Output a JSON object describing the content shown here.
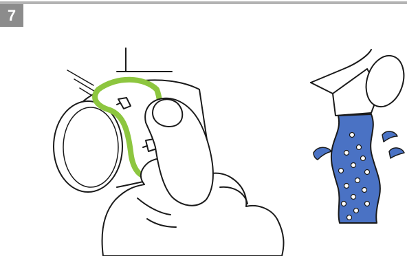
{
  "step": {
    "number": "7"
  },
  "colors": {
    "header_rule": "#b3b3b3",
    "badge_background": "#8c8c8c",
    "badge_text": "#ffffff",
    "line": "#1a1a1a",
    "button_ring": "#8dc63f",
    "water": "#4a72c4",
    "water_light": "#6e93d6",
    "bubble": "#ffffff"
  },
  "illustration": {
    "left_panel": "hand-pressing-button-on-aerator",
    "right_panel": "aerated-water-stream-from-faucet"
  }
}
